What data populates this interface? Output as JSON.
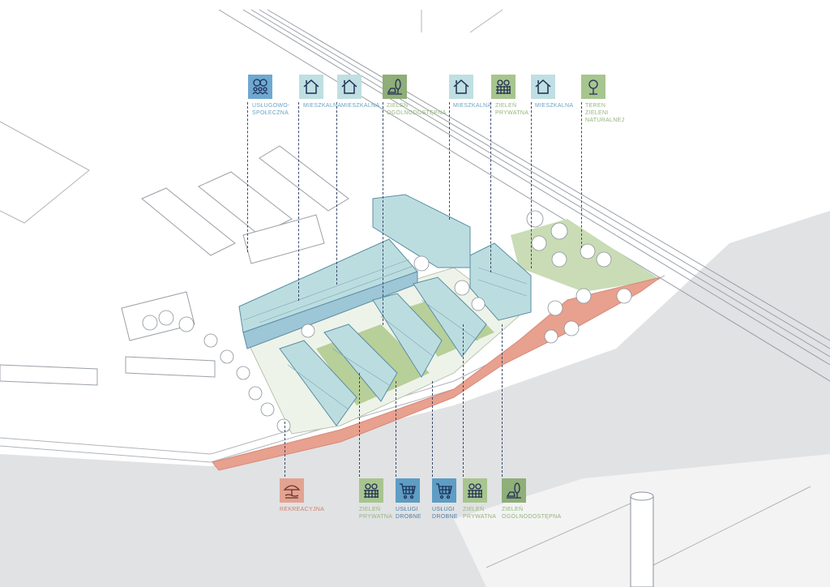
{
  "top_labels": [
    {
      "id": "uslugowo",
      "icon": "people-icon",
      "text": "USŁUGOWO-SPOŁECZNA",
      "color": "#6ea8d0"
    },
    {
      "id": "mieszkalna-1",
      "icon": "house-icon",
      "text": "MIESZKALNA",
      "color": "#bfdfe2"
    },
    {
      "id": "mieszkalna-2",
      "icon": "house-icon",
      "text": "MIESZKALNA",
      "color": "#bfdfe2"
    },
    {
      "id": "zielen-ogolnodostepna-1",
      "icon": "park-tree-icon",
      "text": "ZIELEŃ OGÓLNODOSTĘPNA",
      "color": "#8fae78"
    },
    {
      "id": "mieszkalna-3",
      "icon": "house-icon",
      "text": "MIESZKALNA",
      "color": "#bfdfe2"
    },
    {
      "id": "zielen-prywatna-1",
      "icon": "garden-fence-icon",
      "text": "ZIELEŃ PRYWATNA",
      "color": "#a7c58e"
    },
    {
      "id": "mieszkalna-4",
      "icon": "house-icon",
      "text": "MIESZKALNA",
      "color": "#bfdfe2"
    },
    {
      "id": "teren-zieleni",
      "icon": "tree-icon",
      "text": "TEREN ZIELENI NATURALNEJ",
      "color": "#a7c58e"
    }
  ],
  "bottom_labels": [
    {
      "id": "rekreacyjna",
      "icon": "beach-umbrella-icon",
      "text": "REKREACYJNA",
      "color": "#e2a391"
    },
    {
      "id": "zielen-prywatna-2",
      "icon": "garden-fence-icon",
      "text": "ZIELEŃ PRYWATNA",
      "color": "#a7c58e"
    },
    {
      "id": "uslugi-drobne-1",
      "icon": "shopping-cart-icon",
      "text": "USŁUGI DROBNE",
      "color": "#5e9dc4"
    },
    {
      "id": "uslugi-drobne-2",
      "icon": "shopping-cart-icon",
      "text": "USŁUGI DROBNE",
      "color": "#5e9dc4"
    },
    {
      "id": "zielen-prywatna-3",
      "icon": "garden-fence-icon",
      "text": "ZIELEŃ PRYWATNA",
      "color": "#a7c58e"
    },
    {
      "id": "zielen-ogolnodostepna-2",
      "icon": "park-tree-icon",
      "text": "ZIELEŃ OGÓLNODOSTĘPNA",
      "color": "#8fae78"
    }
  ]
}
